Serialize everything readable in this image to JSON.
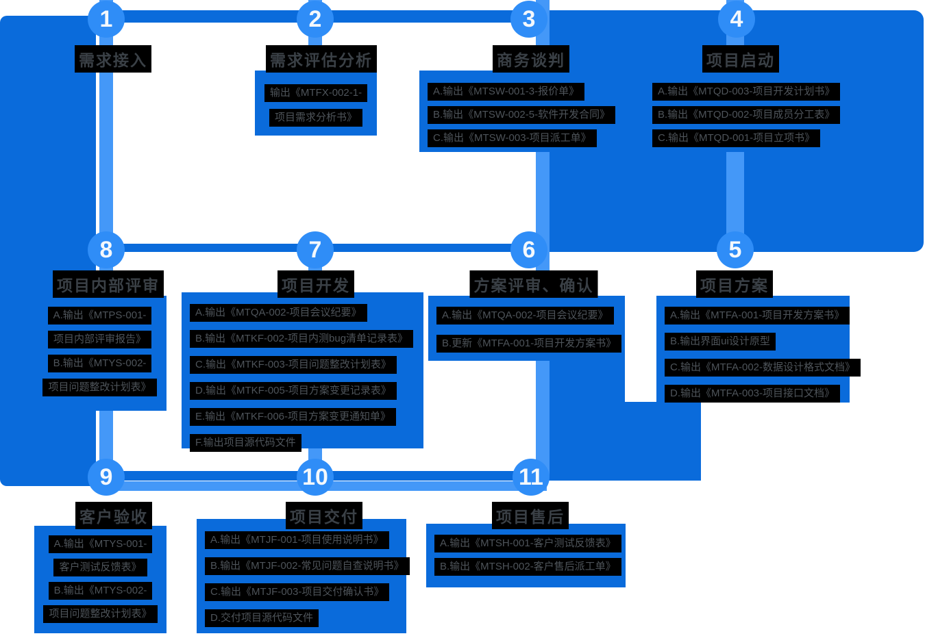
{
  "colors": {
    "dark_blue": "#0a6bdb",
    "light_blue": "#4498f8",
    "circle_blue": "#2f8df7",
    "highlight_black": "#000000",
    "item_text": "#4e545a",
    "title_text": "#3a4046"
  },
  "steps": [
    {
      "number": "1",
      "title": "需求接入",
      "items": []
    },
    {
      "number": "2",
      "title": "需求评估分析",
      "items": [
        "输出《MTFX-002-1-",
        "项目需求分析书》"
      ]
    },
    {
      "number": "3",
      "title": "商务谈判",
      "items": [
        "A.输出《MTSW-001-3-报价单》",
        "B.输出《MTSW-002-5-软件开发合同》",
        "C.输出《MTSW-003-项目派工单》"
      ]
    },
    {
      "number": "4",
      "title": "项目启动",
      "items": [
        "A.输出《MTQD-003-项目开发计划书》",
        "B.输出《MTQD-002-项目成员分工表》",
        "C.输出《MTQD-001-项目立项书》"
      ]
    },
    {
      "number": "5",
      "title": "项目方案",
      "items": [
        "A.输出《MTFA-001-项目开发方案书》",
        "B.输出界面ui设计原型",
        "C.输出《MTFA-002-数据设计格式文档》",
        "D.输出《MTFA-003-项目接口文档》"
      ]
    },
    {
      "number": "6",
      "title": "方案评审、确认",
      "items": [
        "A.输出《MTQA-002-项目会议纪要》",
        "B.更新《MTFA-001-项目开发方案书》"
      ]
    },
    {
      "number": "7",
      "title": "项目开发",
      "items": [
        "A.输出《MTQA-002-项目会议纪要》",
        "B.输出《MTKF-002-项目内测bug清单记录表》",
        "C.输出《MTKF-003-项目问题整改计划表》",
        "D.输出《MTKF-005-项目方案变更记录表》",
        "E.输出《MTKF-006-项目方案变更通知单》",
        "F.输出项目源代码文件"
      ]
    },
    {
      "number": "8",
      "title": "项目内部评审",
      "items": [
        "A.输出《MTPS-001-",
        "项目内部评审报告》",
        "B.输出《MTYS-002-",
        "项目问题整改计划表》"
      ]
    },
    {
      "number": "9",
      "title": "客户验收",
      "items": [
        "A.输出《MTYS-001-",
        "客户测试反馈表》",
        "B.输出《MTYS-002-",
        "项目问题整改计划表》"
      ]
    },
    {
      "number": "10",
      "title": "项目交付",
      "items": [
        "A.输出《MTJF-001-项目使用说明书》",
        "B.输出《MTJF-002-常见问题自查说明书》",
        "C.输出《MTJF-003-项目交付确认书》",
        "D.交付项目源代码文件"
      ]
    },
    {
      "number": "11",
      "title": "项目售后",
      "items": [
        "A.输出《MTSH-001-客户测试反馈表》",
        "B.输出《MTSH-002-客户售后派工单》"
      ]
    }
  ]
}
